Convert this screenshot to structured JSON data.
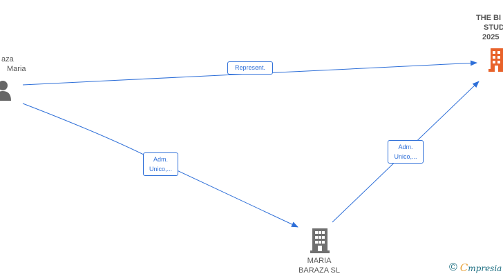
{
  "nodes": {
    "person": {
      "label_line1": "aza",
      "label_line2": "Maria",
      "icon": "person-icon",
      "color": "#666666"
    },
    "company_target": {
      "label_line1": "THE BI",
      "label_line2": "STUD",
      "label_line3": "2025",
      "icon": "building-icon",
      "color": "#e8622a"
    },
    "company_mid": {
      "label_line1": "MARIA",
      "label_line2": "BARAZA SL",
      "icon": "building-icon",
      "color": "#707070"
    }
  },
  "edges": {
    "represent": {
      "label": "Represent."
    },
    "adm_left": {
      "label_line1": "Adm.",
      "label_line2": "Unico,..."
    },
    "adm_right": {
      "label_line1": "Adm.",
      "label_line2": "Unico,..."
    }
  },
  "colors": {
    "edge": "#2e6fd8",
    "label_text": "#555555"
  },
  "watermark": {
    "copyright": "©",
    "brand_initial": "C",
    "brand_rest": "mpresia",
    "brand_colors": {
      "initial": "#e8a33a",
      "rest": "#1e6f82"
    }
  }
}
